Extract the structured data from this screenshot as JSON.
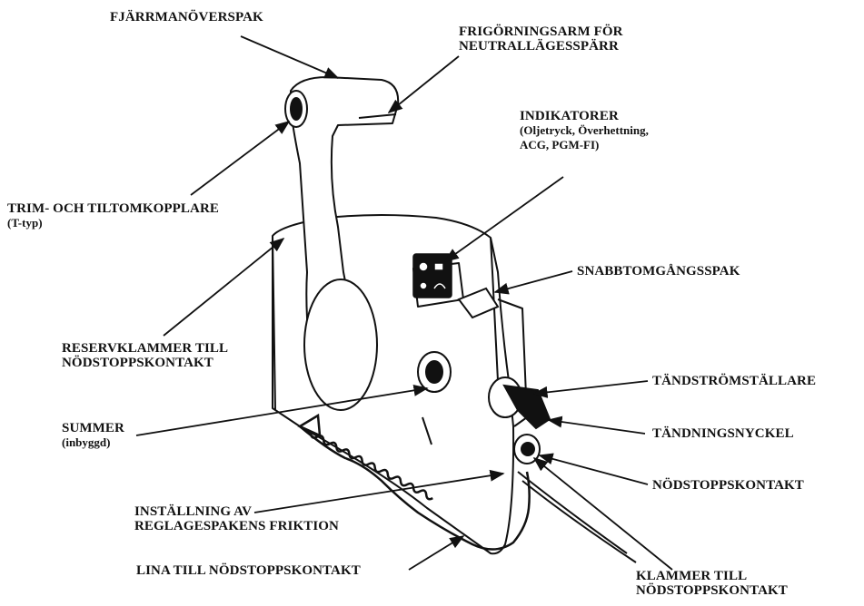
{
  "labels": {
    "remote_lever": "FJÄRRMANÖVERSPAK",
    "neutral_release": [
      "FRIGÖRNINGSARM FÖR",
      "NEUTRALLÄGESSPÄRR"
    ],
    "indicators": [
      "INDIKATORER",
      "(Oljetryck, Överhettning,",
      "ACG, PGM-FI)"
    ],
    "trim_tilt": [
      "TRIM- OCH TILTOMKOPPLARE",
      "(T-typ)"
    ],
    "fast_idle": "SNABBTOMGÅNGSSPAK",
    "spare_clip": [
      "RESERVKLAMMER TILL",
      "NÖDSTOPPSKONTAKT"
    ],
    "ignition_switch": "TÄNDSTRÖMSTÄLLARE",
    "buzzer": [
      "SUMMER",
      "(inbyggd)"
    ],
    "ignition_key": "TÄNDNINGSNYCKEL",
    "emergency_switch": "NÖDSTOPPSKONTAKT",
    "friction_adjust": [
      "INSTÄLLNING AV",
      "REGLAGESPAKENS FRIKTION"
    ],
    "lanyard": "LINA TILL NÖDSTOPPSKONTAKT",
    "clip": [
      "KLAMMER TILL",
      "NÖDSTOPPSKONTAKT"
    ]
  }
}
